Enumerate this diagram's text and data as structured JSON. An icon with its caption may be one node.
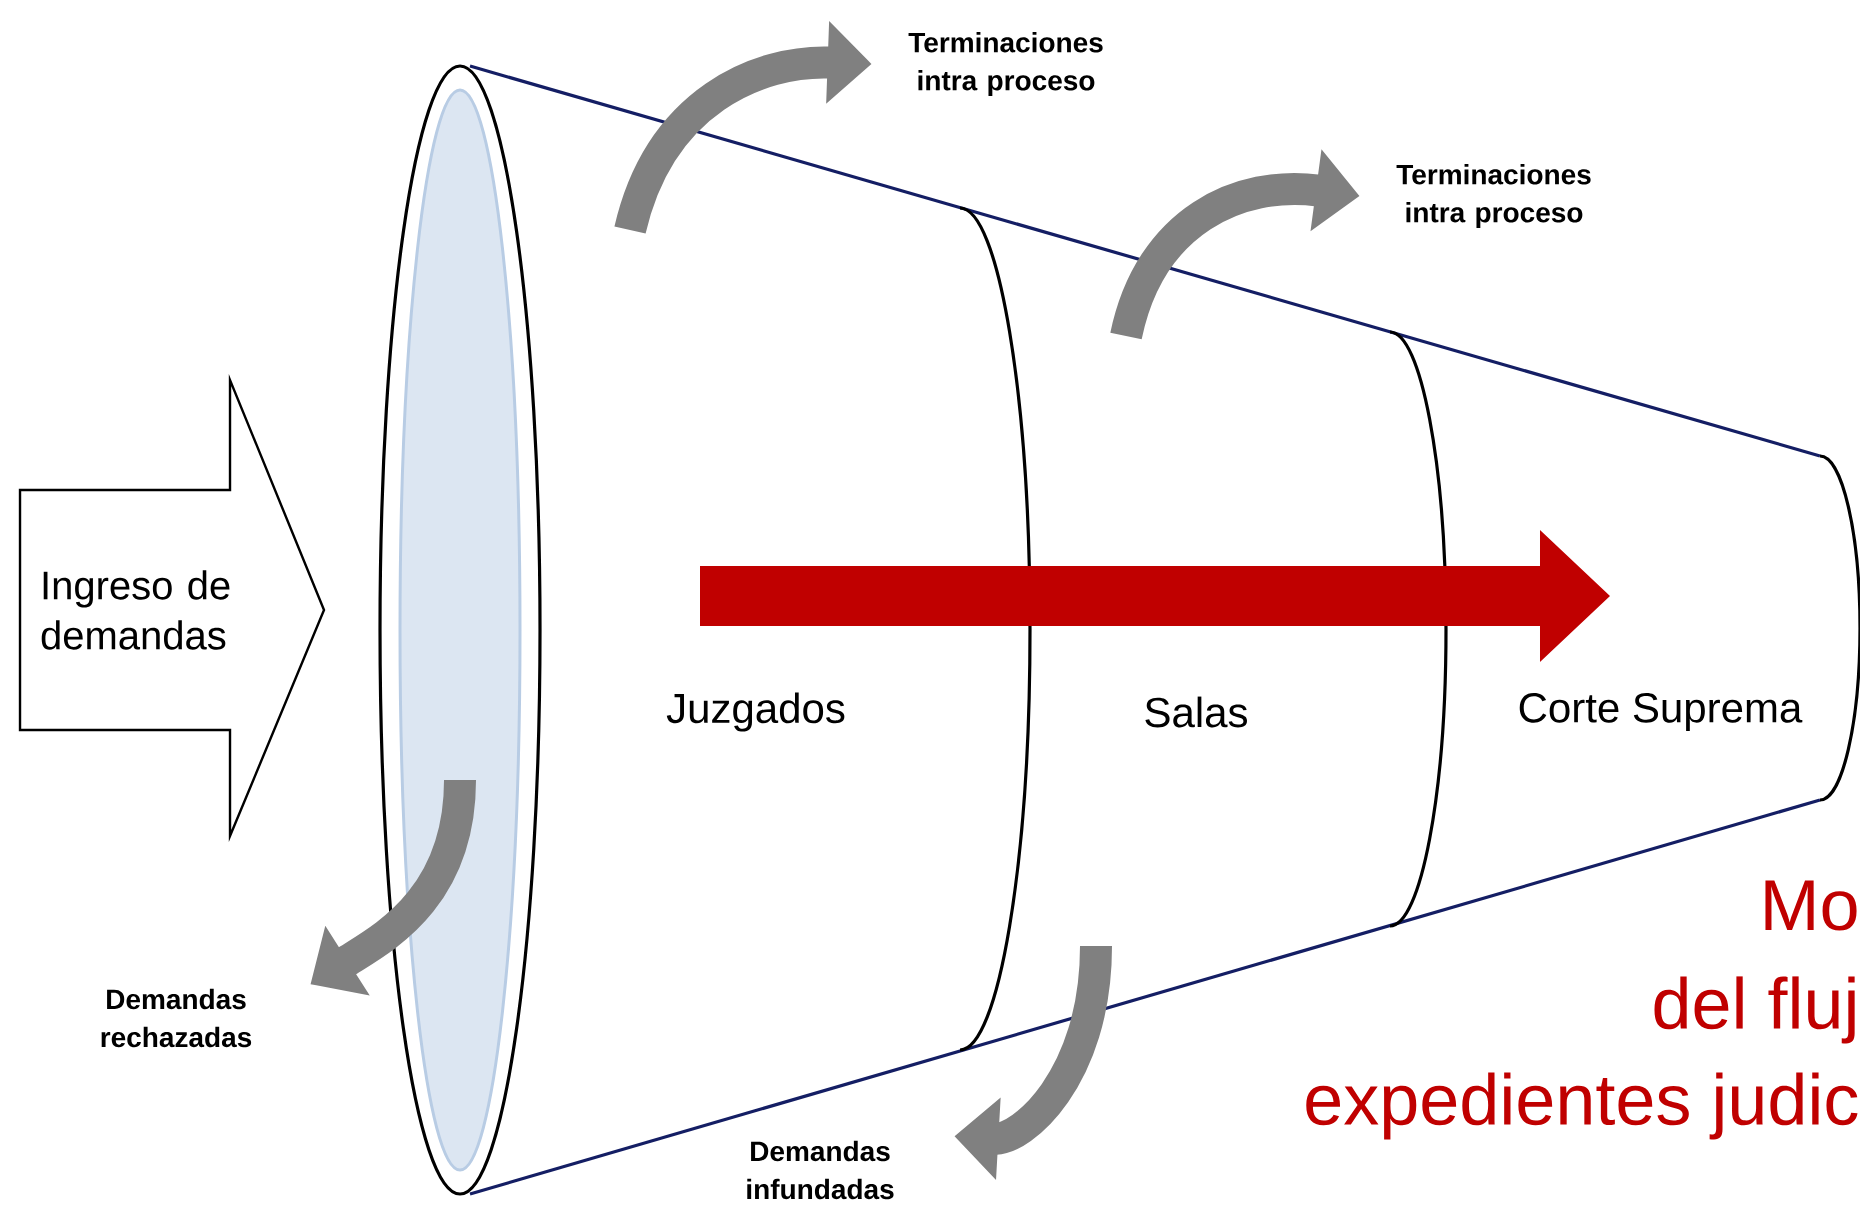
{
  "diagram": {
    "nodes": [
      {
        "text": [
          "Ingreso de demandas"
        ]
      },
      {
        "text": [
          "Juzgados"
        ]
      },
      {
        "text": [
          "Salas"
        ]
      },
      {
        "text": [
          "Corte Suprema"
        ]
      },
      {
        "text": [
          "Terminaciones intra proceso"
        ]
      },
      {
        "text": [
          "Terminaciones intra proceso"
        ]
      },
      {
        "text": [
          "Demandas rechazadas"
        ]
      },
      {
        "text": [
          "Demandas infundadas"
        ]
      }
    ],
    "edges": [
      {
        "from": null,
        "to": 4,
        "arrow": "to"
      },
      {
        "from": null,
        "to": 5,
        "arrow": "to"
      },
      {
        "from": null,
        "to": 6,
        "arrow": "to"
      },
      {
        "from": null,
        "to": 7,
        "arrow": "to"
      }
    ],
    "labels": [
      "Mo",
      "del fluj",
      "expedientes judic"
    ]
  }
}
